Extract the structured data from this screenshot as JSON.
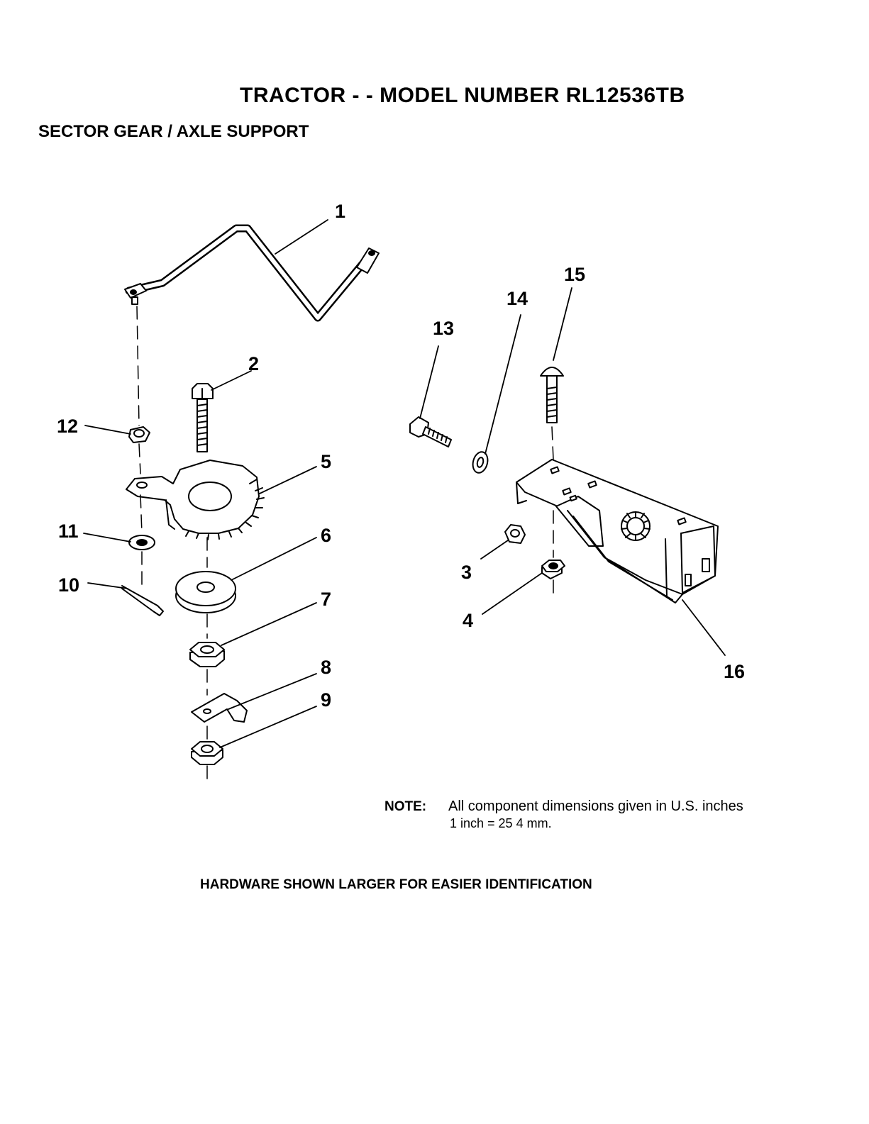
{
  "header": {
    "title": "TRACTOR - - MODEL NUMBER RL12536TB",
    "subtitle": "SECTOR GEAR / AXLE SUPPORT"
  },
  "callouts": {
    "c1": "1",
    "c2": "2",
    "c3": "3",
    "c4": "4",
    "c5": "5",
    "c6": "6",
    "c7": "7",
    "c8": "8",
    "c9": "9",
    "c10": "10",
    "c11": "11",
    "c12": "12",
    "c13": "13",
    "c14": "14",
    "c15": "15",
    "c16": "16"
  },
  "note": {
    "label": "NOTE:",
    "line1": "All component dimensions given in U.S. inches",
    "line2": "1 inch = 25 4 mm."
  },
  "footer": "HARDWARE SHOWN LARGER FOR EASIER IDENTIFICATION"
}
